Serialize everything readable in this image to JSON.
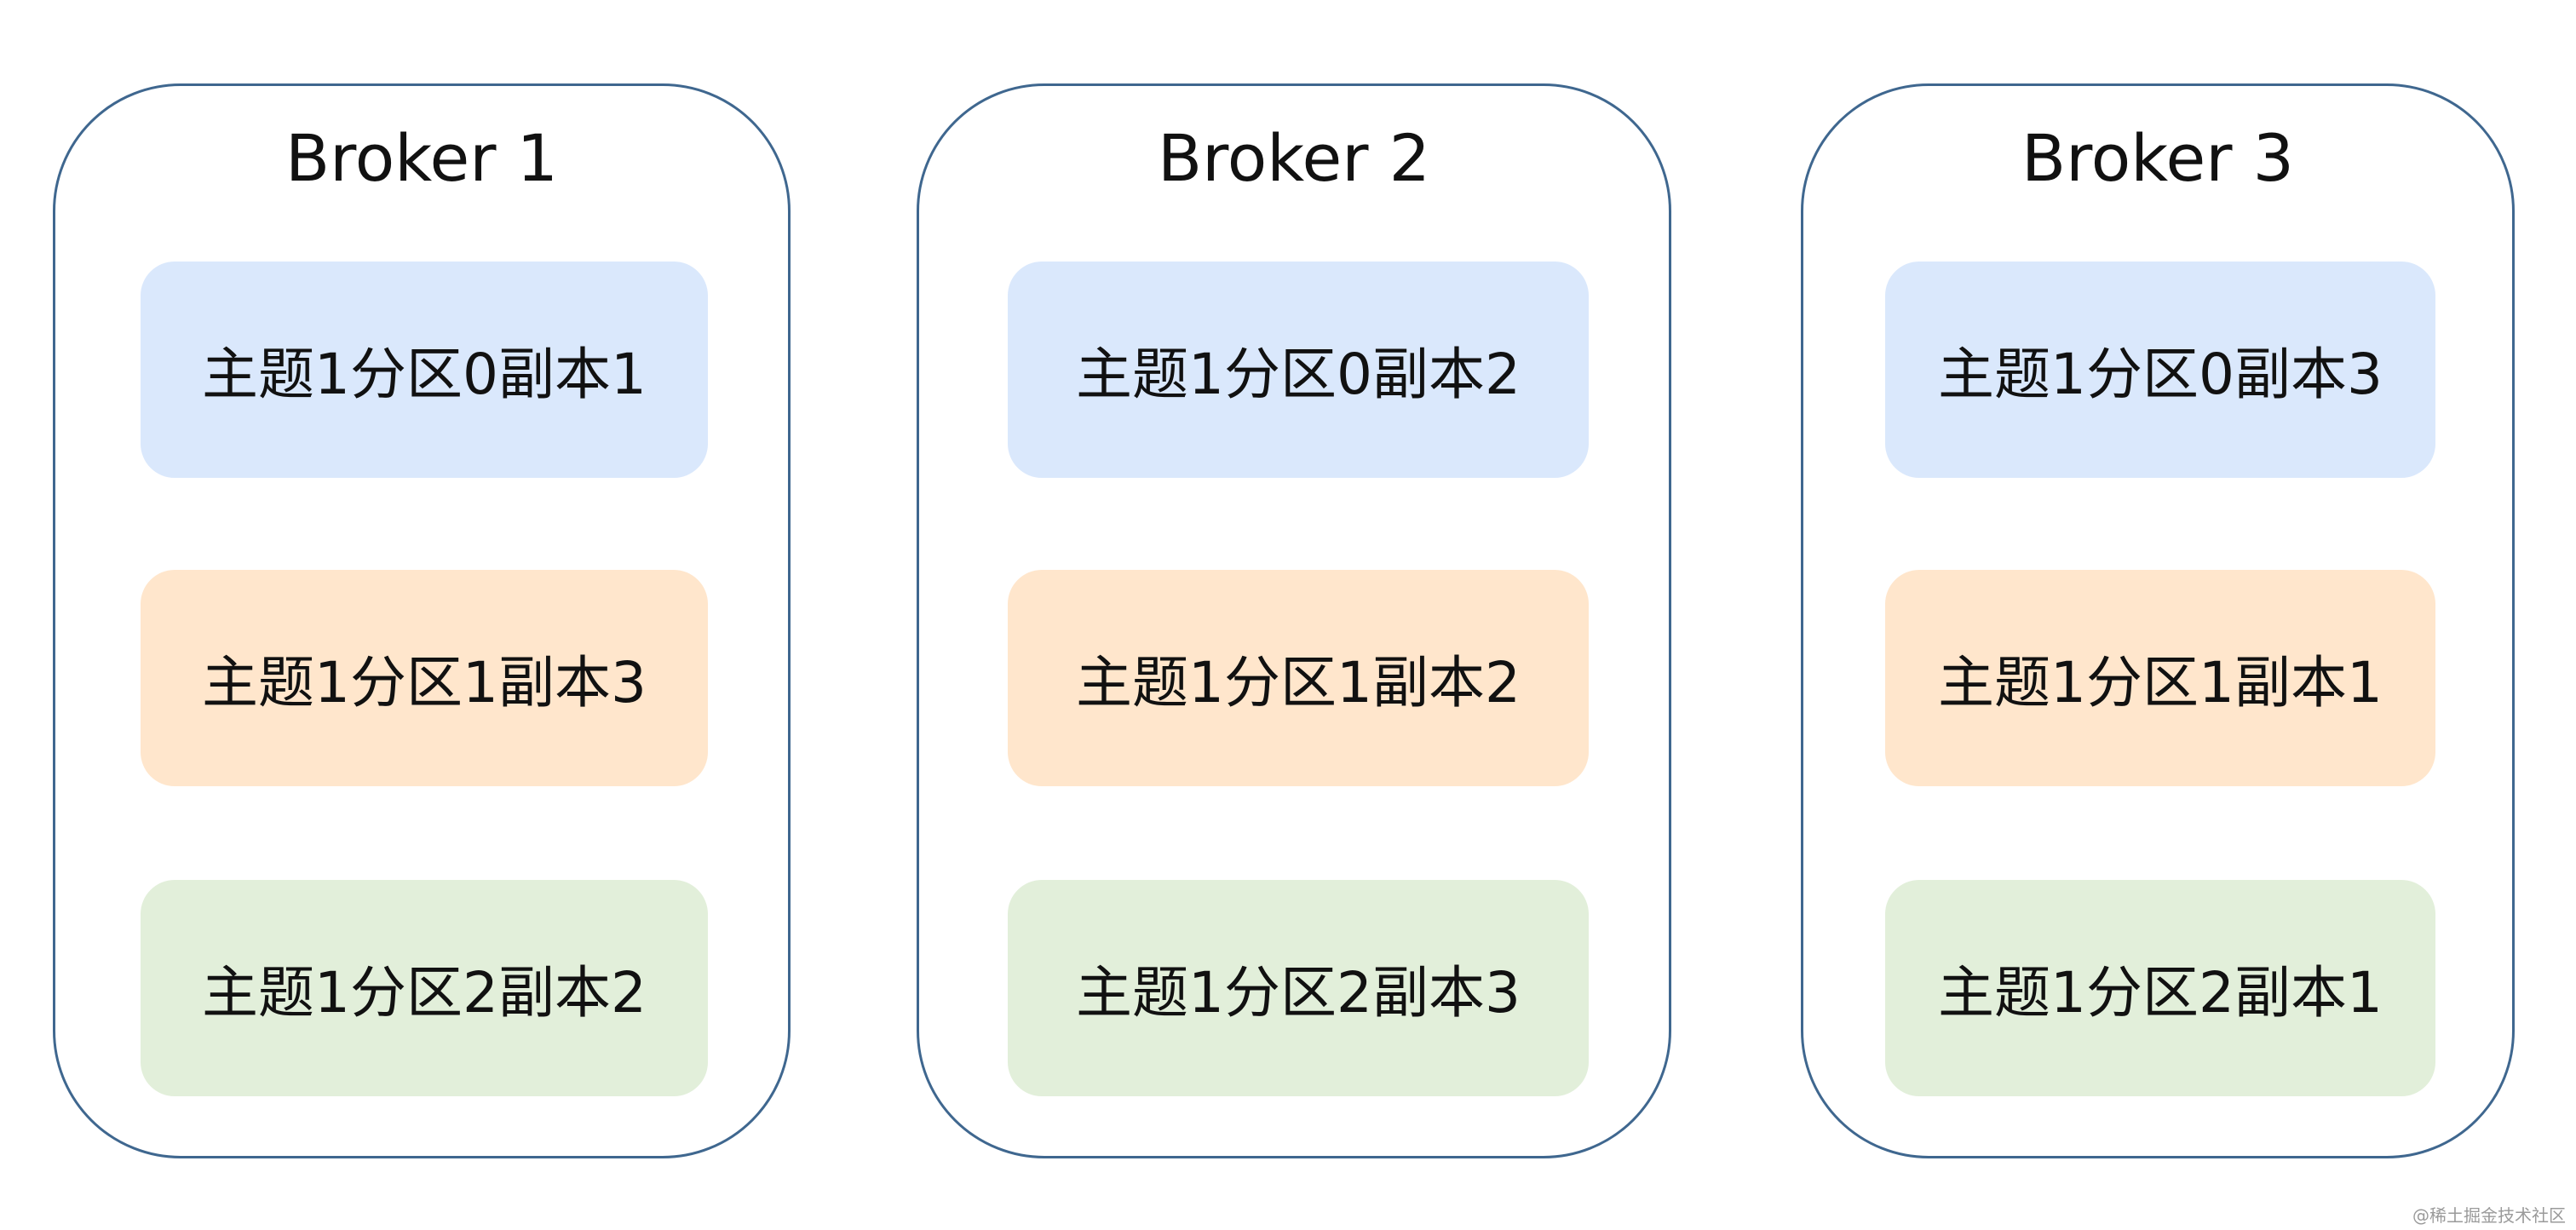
{
  "brokers": [
    {
      "title": "Broker 1",
      "replicas": [
        {
          "label": "主题1分区0副本1",
          "color": "#dae8fc"
        },
        {
          "label": "主题1分区1副本3",
          "color": "#ffe6cc"
        },
        {
          "label": "主题1分区2副本2",
          "color": "#e2efda"
        }
      ]
    },
    {
      "title": "Broker 2",
      "replicas": [
        {
          "label": "主题1分区0副本2",
          "color": "#dae8fc"
        },
        {
          "label": "主题1分区1副本2",
          "color": "#ffe6cc"
        },
        {
          "label": "主题1分区2副本3",
          "color": "#e2efda"
        }
      ]
    },
    {
      "title": "Broker 3",
      "replicas": [
        {
          "label": "主题1分区0副本3",
          "color": "#dae8fc"
        },
        {
          "label": "主题1分区1副本1",
          "color": "#ffe6cc"
        },
        {
          "label": "主题1分区2副本1",
          "color": "#e2efda"
        }
      ]
    }
  ],
  "colors": {
    "broker_border": "#3f678f",
    "partition0": "#dae8fc",
    "partition1": "#ffe6cc",
    "partition2": "#e2efda"
  },
  "watermark": "@稀土掘金技术社区"
}
